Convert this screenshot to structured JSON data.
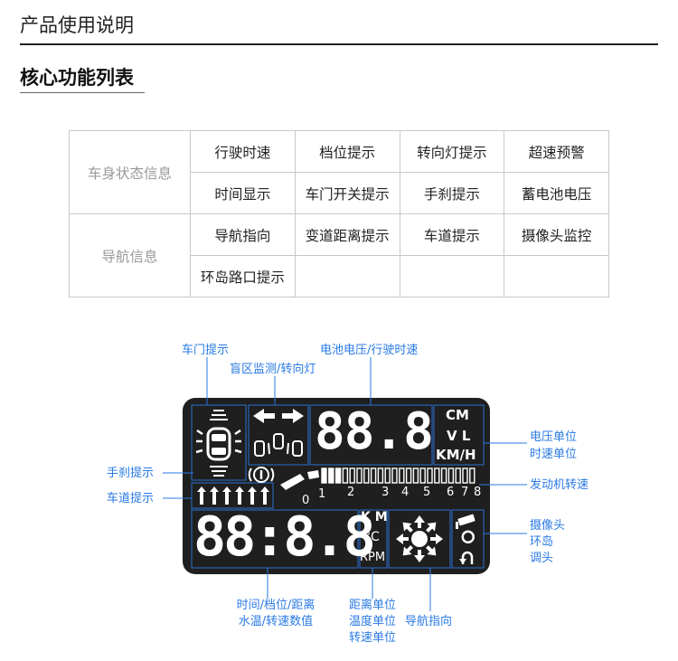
{
  "header": {
    "title": "产品使用说明"
  },
  "section": {
    "title": "核心功能列表"
  },
  "table": {
    "groups": [
      {
        "name": "车身状态信息",
        "rows": [
          [
            "行驶时速",
            "档位提示",
            "转向灯提示",
            "超速预警"
          ],
          [
            "时间显示",
            "车门开关提示",
            "手刹提示",
            "蓄电池电压"
          ]
        ]
      },
      {
        "name": "导航信息",
        "rows": [
          [
            "导航指向",
            "变道距离提示",
            "车道提示",
            "摄像头监控"
          ],
          [
            "环岛路口提示",
            "",
            "",
            ""
          ]
        ]
      }
    ]
  },
  "lcd": {
    "speed_digits": "88.8",
    "main_digits": "88:8.8",
    "unit_cm": "CM",
    "unit_vl": "V L",
    "unit_kmh": "KM/H",
    "unit_km": "K M",
    "unit_celsius": "°C",
    "unit_rpm": "RPM",
    "rpm_ticks": [
      "0",
      "1",
      "2",
      "3",
      "4",
      "5",
      "6",
      "7",
      "8"
    ]
  },
  "callouts": {
    "door": "车门提示",
    "blindspot": "盲区监测/转向灯",
    "battery_speed": "电池电压/行驶时速",
    "voltage_unit": "电压单位",
    "speed_unit": "时速单位",
    "handbrake": "手刹提示",
    "lane": "车道提示",
    "rpm": "发动机转速",
    "camera": "摄像头",
    "roundabout": "环岛",
    "uturn": "调头",
    "time_line1": "时间/档位/距离",
    "time_line2": "水温/转速数值",
    "unit_line1": "距离单位",
    "unit_line2": "温度单位",
    "unit_line3": "转速单位",
    "nav": "导航指向"
  },
  "colors": {
    "accent": "#2a7ae4",
    "lcd_bg": "#1f1f1f",
    "lcd_fg": "#ffffff",
    "border": "#c8c8c8"
  }
}
